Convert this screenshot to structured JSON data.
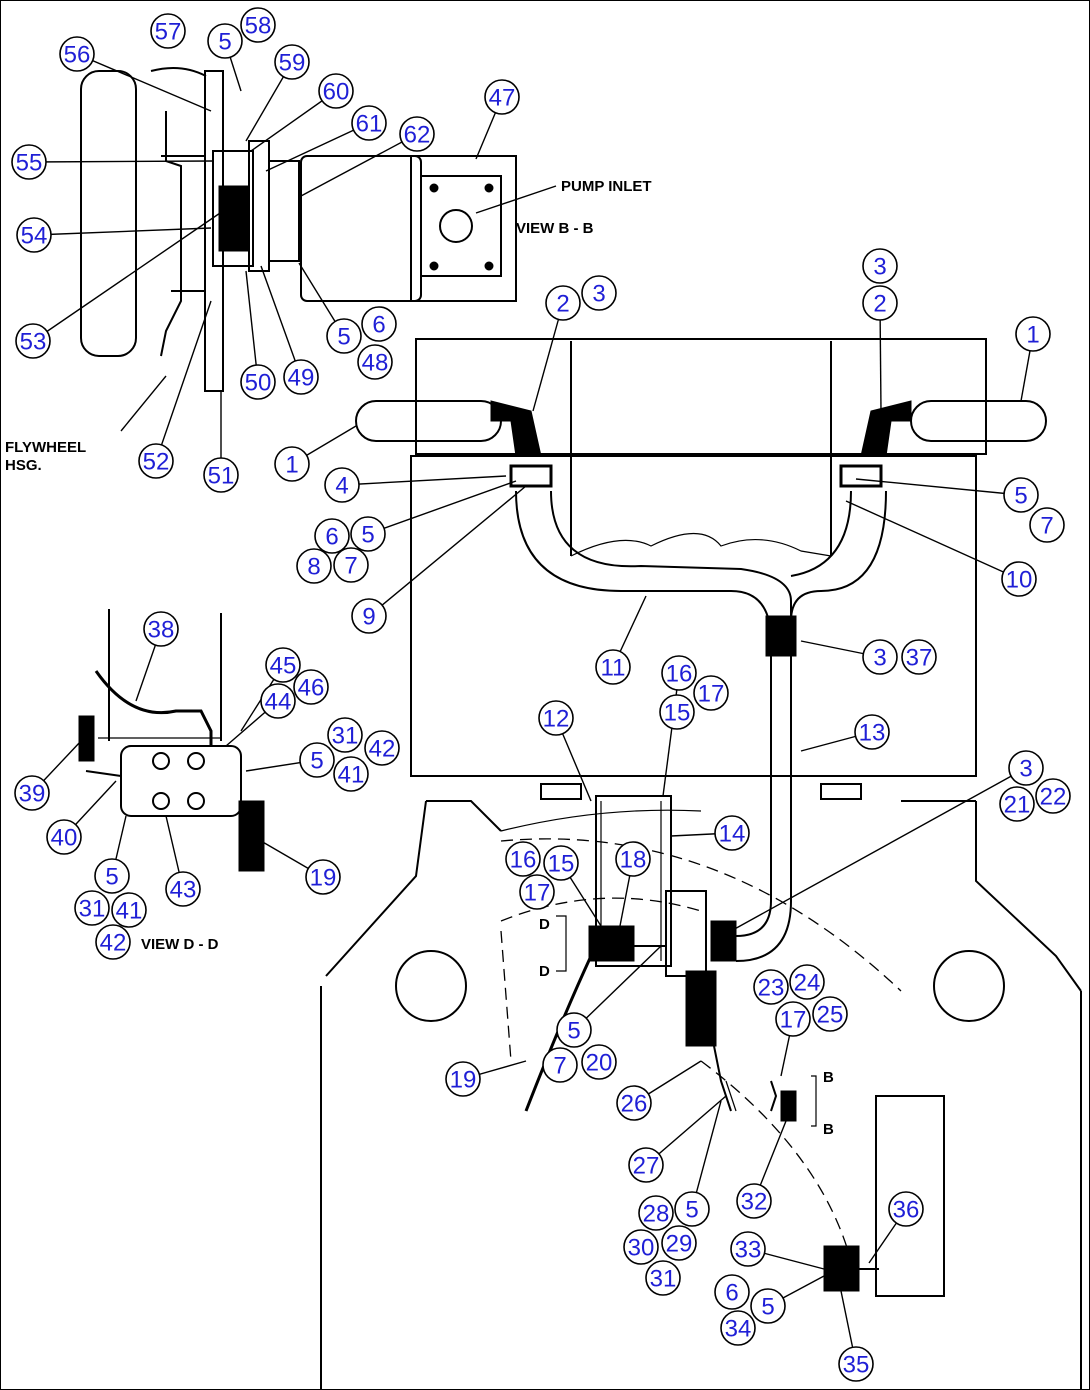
{
  "labels": {
    "pump_inlet": "PUMP INLET",
    "view_bb": "VIEW B - B",
    "view_dd": "VIEW D - D",
    "flywheel_line1": "FLYWHEEL",
    "flywheel_line2": "HSG.",
    "section_b": "B",
    "section_d": "D"
  },
  "callouts": [
    "57",
    "58",
    "5",
    "56",
    "59",
    "60",
    "47",
    "61",
    "62",
    "55",
    "54",
    "53",
    "5",
    "6",
    "48",
    "50",
    "49",
    "51",
    "52",
    "3",
    "2",
    "2",
    "3",
    "1",
    "1",
    "4",
    "6",
    "5",
    "8",
    "7",
    "9",
    "5",
    "7",
    "10",
    "11",
    "3",
    "37",
    "38",
    "45",
    "46",
    "44",
    "31",
    "42",
    "5",
    "41",
    "39",
    "40",
    "43",
    "5",
    "31",
    "41",
    "42",
    "16",
    "17",
    "15",
    "12",
    "13",
    "3",
    "21",
    "22",
    "14",
    "16",
    "15",
    "17",
    "18",
    "19",
    "19",
    "5",
    "7",
    "20",
    "23",
    "24",
    "17",
    "25",
    "26",
    "27",
    "32",
    "28",
    "5",
    "30",
    "29",
    "31",
    "36",
    "33",
    "6",
    "5",
    "34",
    "35"
  ]
}
